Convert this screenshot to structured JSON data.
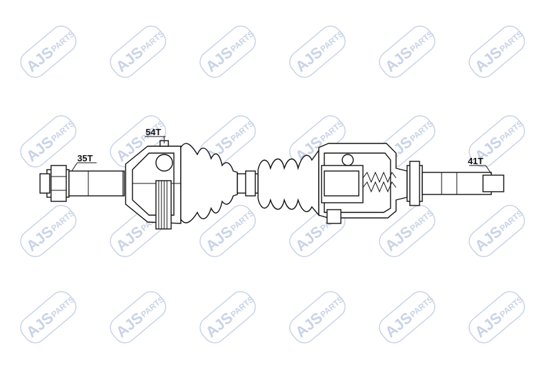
{
  "watermark": {
    "brand": "AJS",
    "word": "PARTS",
    "color": "#c9d3e6"
  },
  "labels": {
    "outer_spline": "35T",
    "abs_ring": "54T",
    "inner_spline": "41T"
  }
}
